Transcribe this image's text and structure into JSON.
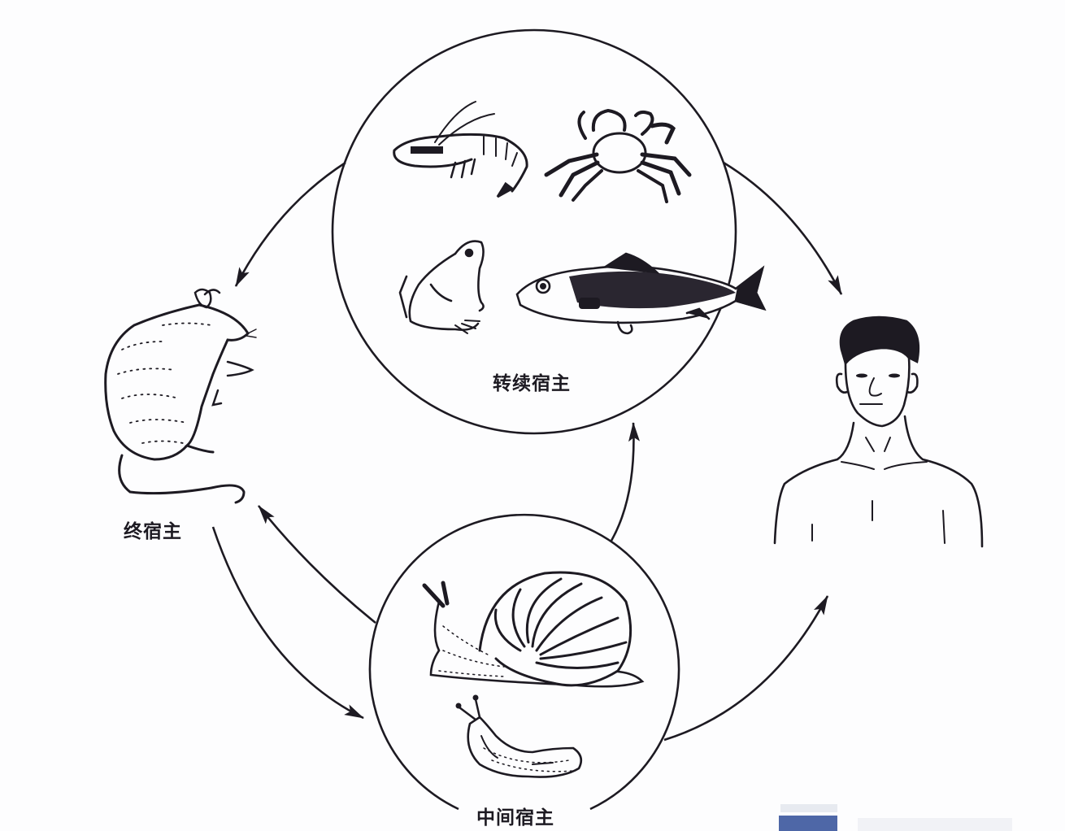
{
  "diagram": {
    "type": "parasite-life-cycle",
    "colors": {
      "ink": "#1d1a22",
      "background": "#fdfdfe",
      "watermark_blue": "#4e67a7",
      "watermark_light": "#e7eaf0"
    },
    "nodes": {
      "paratenic_host": {
        "label": "转续宿主",
        "organisms": [
          "shrimp",
          "crab",
          "frog",
          "fish"
        ]
      },
      "definitive_host": {
        "label": "终宿主",
        "organisms": [
          "rat"
        ]
      },
      "intermediate_host": {
        "label": "中间宿主",
        "organisms": [
          "snail",
          "slug"
        ]
      },
      "human": {
        "label": "",
        "organisms": [
          "human"
        ]
      }
    },
    "edges": [
      {
        "from": "paratenic_host",
        "to": "definitive_host"
      },
      {
        "from": "paratenic_host",
        "to": "human"
      },
      {
        "from": "definitive_host",
        "to": "intermediate_host"
      },
      {
        "from": "intermediate_host",
        "to": "definitive_host"
      },
      {
        "from": "intermediate_host",
        "to": "paratenic_host"
      },
      {
        "from": "intermediate_host",
        "to": "human"
      }
    ]
  }
}
